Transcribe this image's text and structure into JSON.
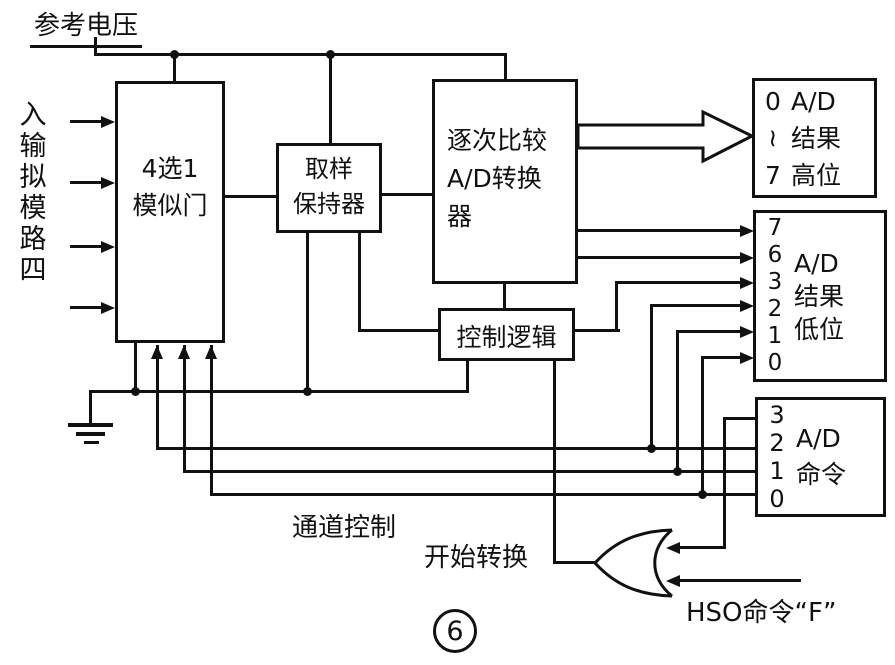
{
  "diagram": {
    "title_hint": "A/D converter block diagram (scanned textbook figure)",
    "ref_voltage": "参考电压",
    "analog_input_vertical": "入输拟模路四",
    "mux": {
      "line1": "4选1",
      "line2": "模似门"
    },
    "sample_hold": {
      "line1": "取样",
      "line2": "保持器"
    },
    "adc": {
      "line1": "逐次比较",
      "line2": "A/D转换",
      "line3": "器"
    },
    "control_logic": "控制逻辑",
    "result_high": {
      "bits": [
        "0",
        "~",
        "7"
      ],
      "label": [
        "A/D",
        "结果",
        "高位"
      ]
    },
    "result_low": {
      "bits": [
        "7",
        "6",
        "3",
        "2",
        "1",
        "0"
      ],
      "label": [
        "A/D",
        "结果",
        "低位"
      ]
    },
    "command": {
      "bits": [
        "3",
        "2",
        "1",
        "0"
      ],
      "label": [
        "A/D",
        "命令"
      ]
    },
    "channel_control": "通道控制",
    "start_conversion": "开始转换",
    "hso_command": "HSO命令“F”",
    "figure_number": "6",
    "colors": {
      "ink": "#111111",
      "paper": "#ffffff"
    }
  }
}
